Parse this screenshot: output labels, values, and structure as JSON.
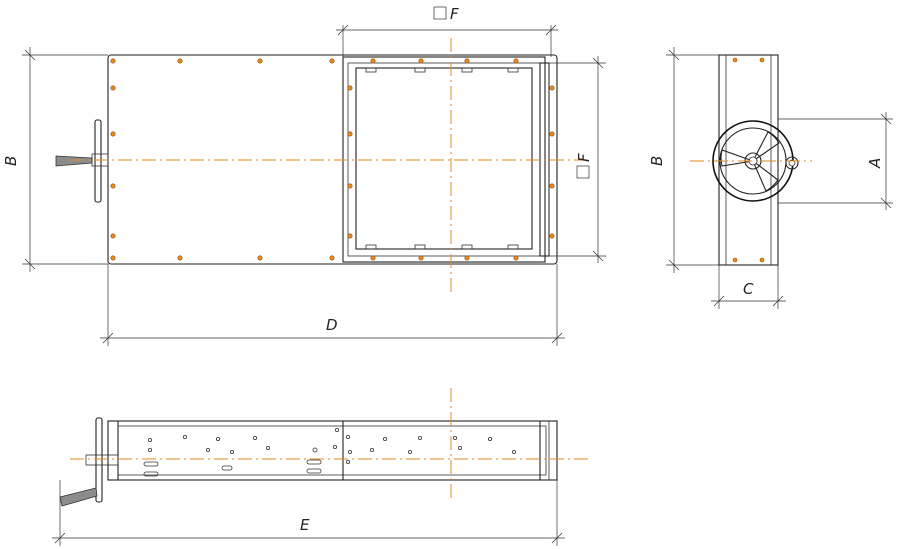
{
  "labels": {
    "front_height": "B",
    "front_width": "D",
    "square_top": "F",
    "square_side": "F",
    "side_height": "B",
    "side_wheel": "A",
    "side_depth": "C",
    "bottom_length": "E"
  },
  "colors": {
    "axis": "#e58a22",
    "outline": "#222222"
  }
}
